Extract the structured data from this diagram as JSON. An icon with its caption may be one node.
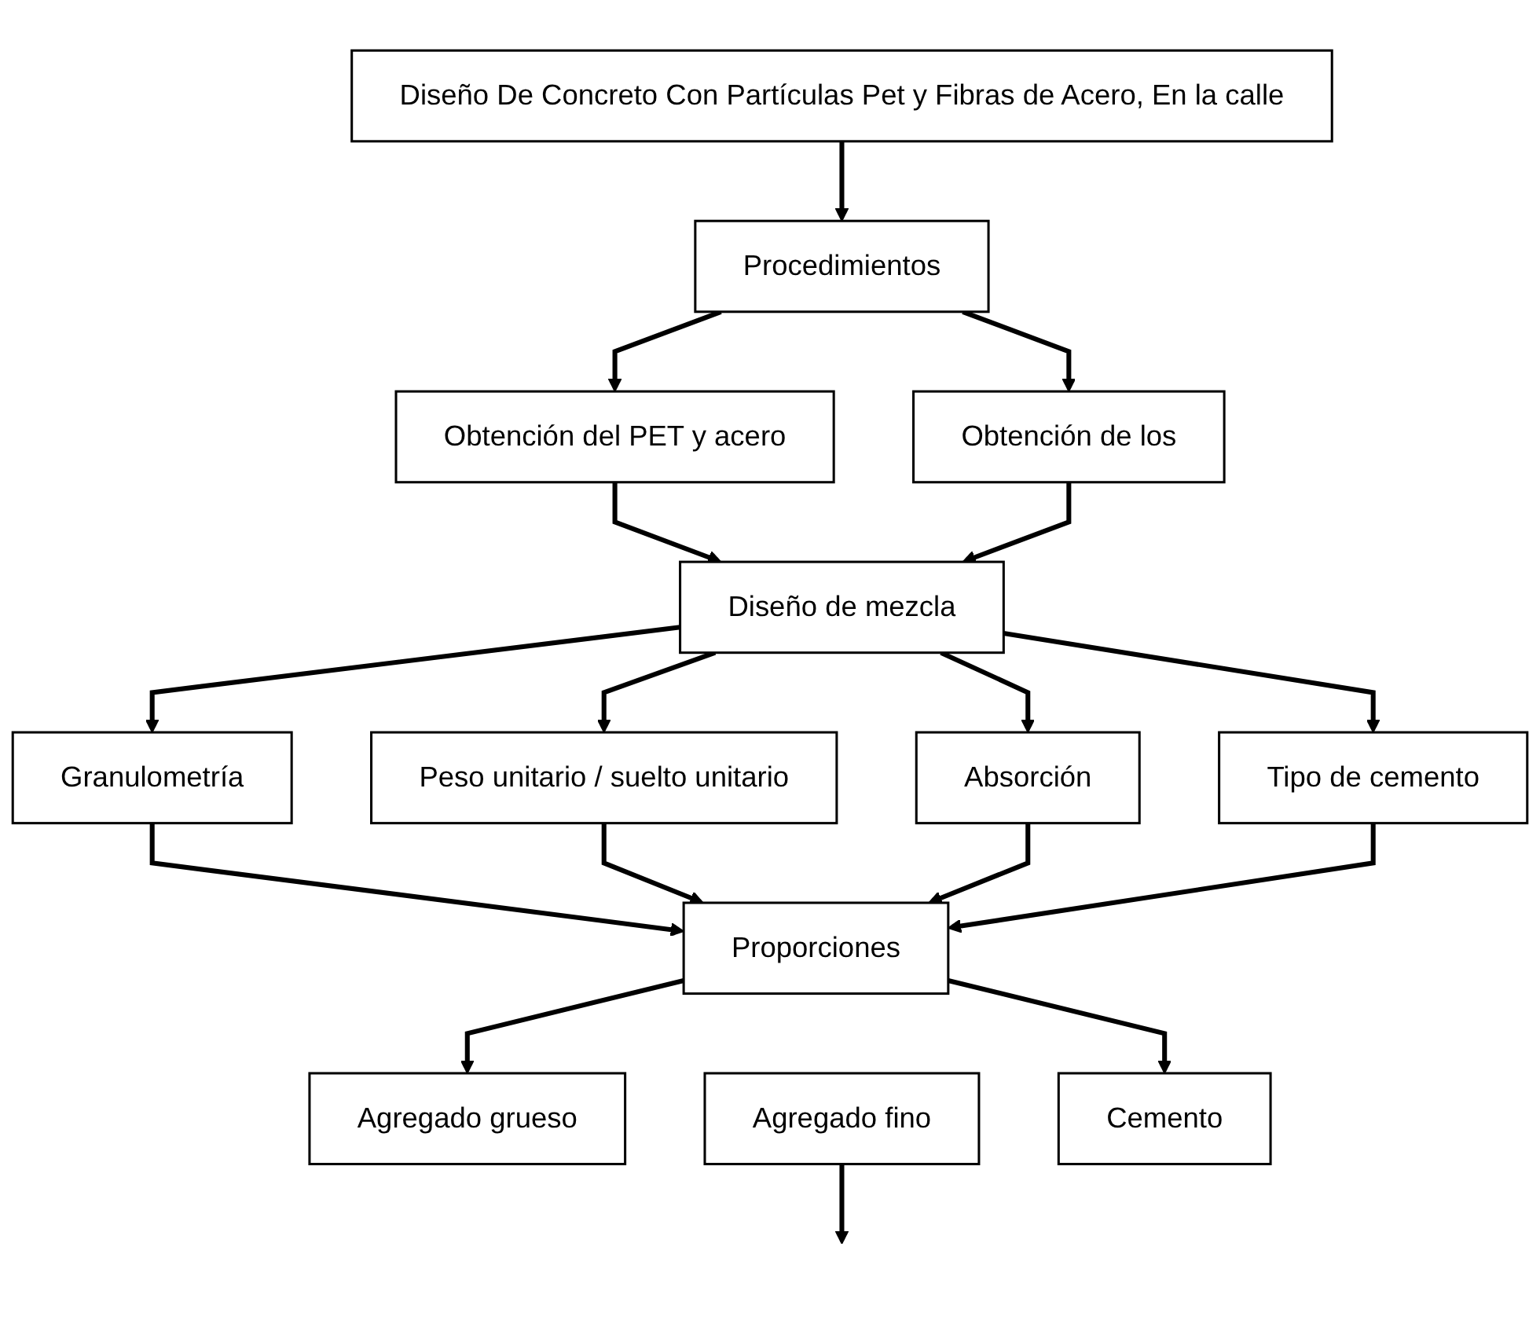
{
  "diagram": {
    "nodes": [
      {
        "text": [
          "Diseño De Concreto Con Partículas Pet y Fibras de Acero, En la calle"
        ]
      },
      {
        "text": [
          "Procedimientos"
        ]
      },
      {
        "text": [
          "Obtención del PET y acero"
        ]
      },
      {
        "text": [
          "Obtención de los"
        ]
      },
      {
        "text": [
          "Diseño de mezcla"
        ]
      },
      {
        "text": [
          "Granulometría"
        ]
      },
      {
        "text": [
          "Peso unitario / suelto unitario"
        ]
      },
      {
        "text": [
          "Absorción"
        ]
      },
      {
        "text": [
          "Tipo de cemento"
        ]
      },
      {
        "text": [
          "Proporciones"
        ]
      },
      {
        "text": [
          "Agregado grueso"
        ]
      },
      {
        "text": [
          "Agregado fino"
        ]
      },
      {
        "text": [
          "Cemento"
        ]
      }
    ],
    "edges": [
      {
        "from": 0,
        "to": 1,
        "arrow": "to"
      },
      {
        "from": 1,
        "to": 2,
        "arrow": "to"
      },
      {
        "from": 1,
        "to": 3,
        "arrow": "to"
      },
      {
        "from": 2,
        "to": 4,
        "arrow": "to"
      },
      {
        "from": 3,
        "to": 4,
        "arrow": "to"
      },
      {
        "from": 4,
        "to": 5,
        "arrow": "to"
      },
      {
        "from": 4,
        "to": 6,
        "arrow": "to"
      },
      {
        "from": 4,
        "to": 7,
        "arrow": "to"
      },
      {
        "from": 4,
        "to": 8,
        "arrow": "to"
      },
      {
        "from": 5,
        "to": 9,
        "arrow": "to"
      },
      {
        "from": 6,
        "to": 9,
        "arrow": "to"
      },
      {
        "from": 7,
        "to": 9,
        "arrow": "to"
      },
      {
        "from": 8,
        "to": 9,
        "arrow": "to"
      },
      {
        "from": 9,
        "to": 10,
        "arrow": "to"
      },
      {
        "from": 9,
        "to": 12,
        "arrow": "to"
      },
      {
        "from": 11,
        "to": null,
        "arrow": "to"
      }
    ]
  }
}
